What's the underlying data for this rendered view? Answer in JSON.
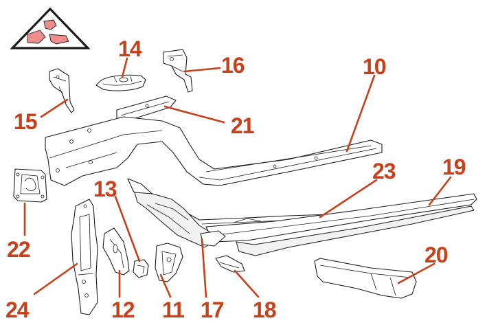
{
  "accent_color": "#c8401a",
  "icon_piece_color": "#f08c8c",
  "location_icon": "body-section-locator-icon",
  "callouts": {
    "c10": "10",
    "c11": "11",
    "c12": "12",
    "c13": "13",
    "c14": "14",
    "c15": "15",
    "c16": "16",
    "c17": "17",
    "c18": "18",
    "c19": "19",
    "c20": "20",
    "c21": "21",
    "c22": "22",
    "c23": "23",
    "c24": "24"
  }
}
